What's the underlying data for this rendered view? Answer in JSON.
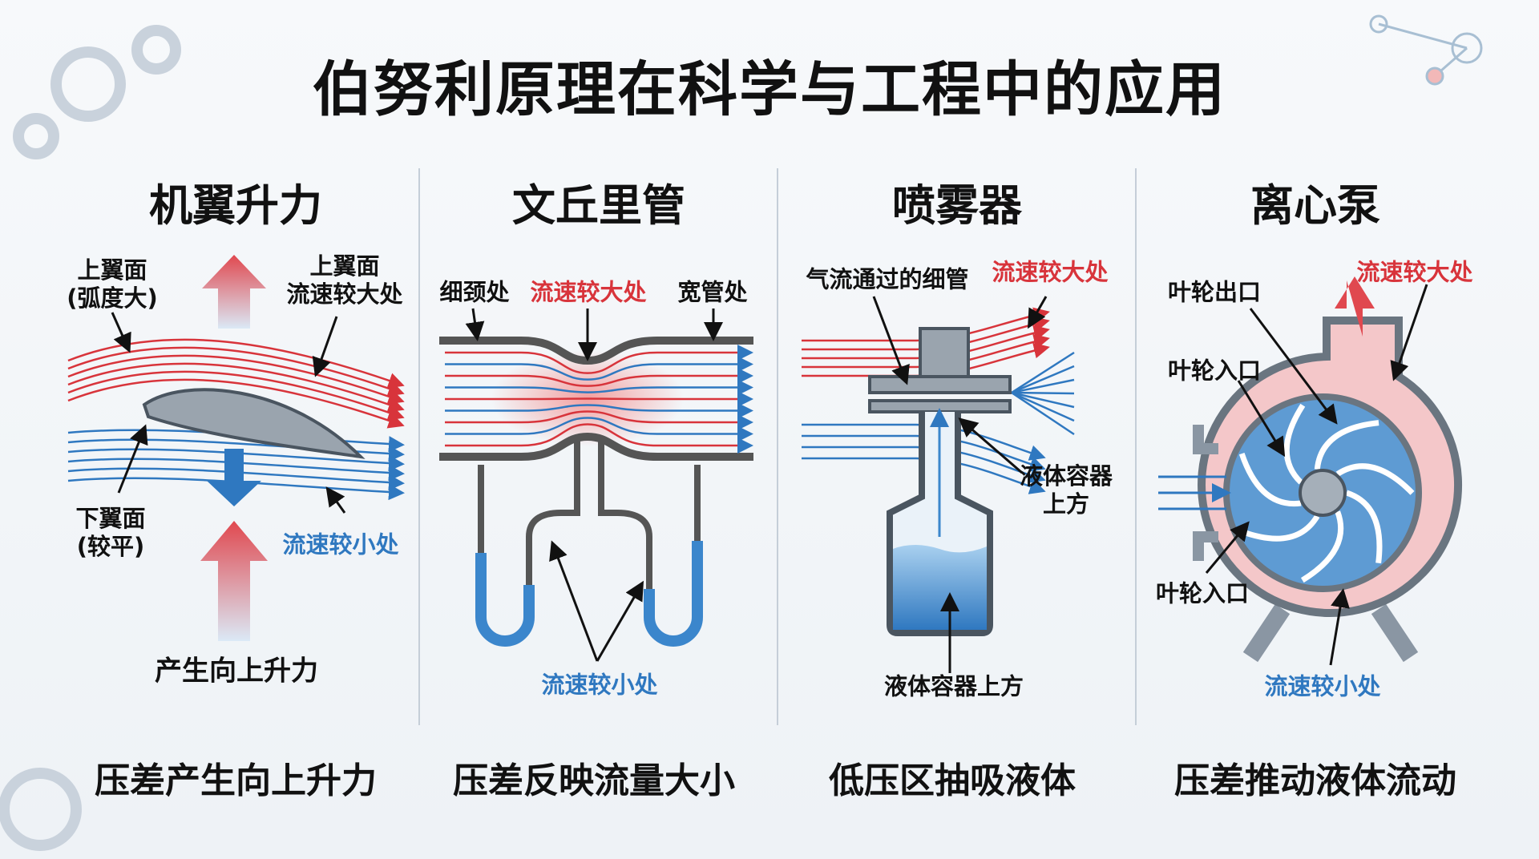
{
  "title": "伯努利原理在科学与工程中的应用",
  "panels": [
    {
      "heading": "机翼升力",
      "labels": {
        "upper_surface": "上翼面\n(弧度大)",
        "upper_fast": "上翼面\n流速较大处",
        "lower_surface": "下翼面\n(较平)",
        "lower_slow": "流速较小处",
        "lift": "产生向上升力"
      },
      "caption": "压差产生向上升力"
    },
    {
      "heading": "文丘里管",
      "labels": {
        "throat": "细颈处",
        "fast": "流速较大处",
        "wide": "宽管处",
        "slow": "流速较小处"
      },
      "caption": "压差反映流量大小"
    },
    {
      "heading": "喷雾器",
      "labels": {
        "thin_tube": "气流通过的细管",
        "fast": "流速较大处",
        "above_liquid": "液体容器\n上方",
        "above_liquid_bottom": "液体容器上方"
      },
      "caption": "低压区抽吸液体"
    },
    {
      "heading": "离心泵",
      "labels": {
        "outlet": "叶轮出口",
        "fast": "流速较大处",
        "inlet": "叶轮入口",
        "inlet2": "叶轮入口",
        "slow": "流速较小处"
      },
      "caption": "压差推动液体流动"
    }
  ],
  "colors": {
    "fast": "#d8343b",
    "slow": "#2f78c0",
    "metal": "#8a96a3"
  }
}
